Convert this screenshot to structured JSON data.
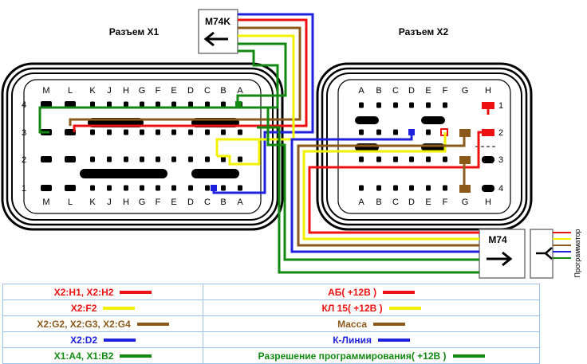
{
  "titles": {
    "x1": "Разъем X1",
    "x2": "Разъем X2"
  },
  "boxes": {
    "m74k": "M74K",
    "m74": "M74",
    "programmer": "Программатор"
  },
  "x1": {
    "col_letters": [
      "M",
      "L",
      "K",
      "J",
      "H",
      "G",
      "F",
      "E",
      "D",
      "C",
      "B",
      "A"
    ],
    "row_numbers": [
      "4",
      "3",
      "2",
      "1"
    ]
  },
  "x2": {
    "col_letters": [
      "A",
      "B",
      "C",
      "D",
      "E",
      "F",
      "G",
      "H"
    ],
    "row_numbers": [
      "1",
      "2",
      "3",
      "4"
    ]
  },
  "colors": {
    "red": "#ee1111",
    "yellow": "#f2f200",
    "brown": "#8b5a1a",
    "blue": "#1f22dd",
    "green": "#128a12"
  },
  "legend": {
    "left": [
      {
        "text": "X2:H1, X2:H2",
        "color": "#ee1111"
      },
      {
        "text": "X2:F2",
        "color": "#f2f200"
      },
      {
        "text": "X2:G2, X2:G3, X2:G4",
        "color": "#8b5a1a"
      },
      {
        "text": "X2:D2",
        "color": "#1f22dd"
      },
      {
        "text": "X1:A4, X1:B2",
        "color": "#128a12"
      }
    ],
    "right": [
      {
        "text": "АБ( +12В )",
        "color": "#ee1111"
      },
      {
        "text": "КЛ 15( +12В )",
        "color": "#f2f200"
      },
      {
        "text": "Масса",
        "color": "#8b5a1a"
      },
      {
        "text": "К-Линия",
        "color": "#1f22dd"
      },
      {
        "text": "Разрешение программирования( +12В )",
        "color": "#128a12"
      }
    ]
  }
}
